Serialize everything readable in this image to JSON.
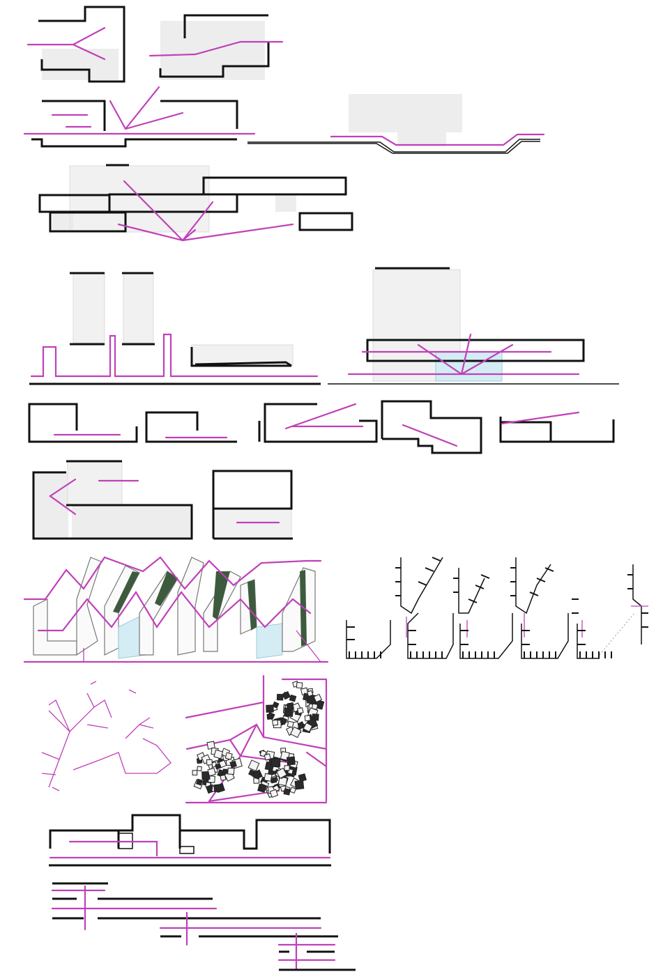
{
  "colors": {
    "background": "#ffffff",
    "wall": "#111111",
    "path": "#c040b8",
    "shade": "#e7e7e7",
    "glass": "#d4ecf3",
    "green": "#3d5a3d"
  },
  "panels": [
    {
      "id": "plan-pair-top",
      "icon": "floor-plan-icon"
    },
    {
      "id": "section-collection",
      "icon": "section-icon"
    },
    {
      "id": "stacked-volumes",
      "icon": "volume-icon"
    },
    {
      "id": "tower-sections",
      "icon": "section-icon"
    },
    {
      "id": "unit-strip",
      "icon": "floor-plan-icon"
    },
    {
      "id": "volume-pair",
      "icon": "volume-icon"
    },
    {
      "id": "zigzag-axonometric",
      "icon": "axonometric-icon"
    },
    {
      "id": "comb-diagram",
      "icon": "diagram-icon"
    },
    {
      "id": "path-network",
      "icon": "network-icon"
    },
    {
      "id": "cluster-plan",
      "icon": "site-plan-icon"
    },
    {
      "id": "long-section",
      "icon": "section-icon"
    },
    {
      "id": "line-cascade",
      "icon": "diagram-icon"
    }
  ]
}
